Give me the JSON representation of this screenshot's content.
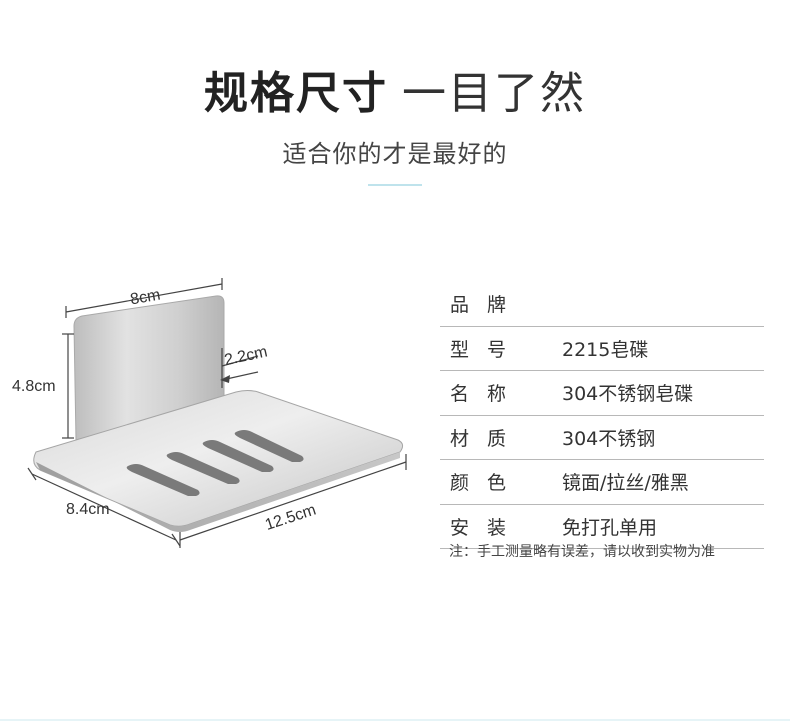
{
  "header": {
    "title_bold": "规格尺寸",
    "title_light": "一目了然",
    "subtitle": "适合你的才是最好的"
  },
  "dimensions": {
    "width_top": "8cm",
    "height": "4.8cm",
    "depth_gap": "2.2cm",
    "depth": "8.4cm",
    "length": "12.5cm"
  },
  "specs": [
    {
      "key": "品牌",
      "value": ""
    },
    {
      "key": "型号",
      "value": "2215皂碟"
    },
    {
      "key": "名称",
      "value": "304不锈钢皂碟"
    },
    {
      "key": "材质",
      "value": "304不锈钢"
    },
    {
      "key": "颜色",
      "value": "镜面/拉丝/雅黑"
    },
    {
      "key": "安装",
      "value": "免打孔单用"
    }
  ],
  "note": "注：手工测量略有误差，请以收到实物为准"
}
